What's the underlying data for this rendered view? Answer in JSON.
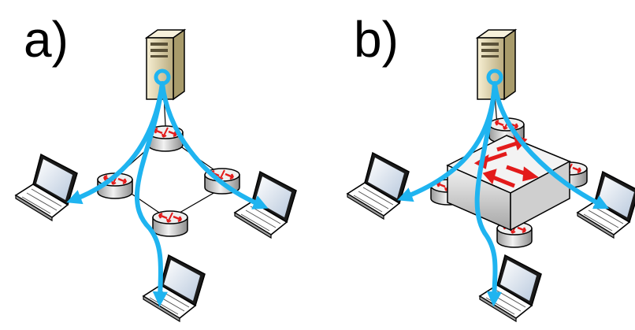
{
  "panels": [
    {
      "label": "a)",
      "topology": "router-ring"
    },
    {
      "label": "b)",
      "topology": "single-switch"
    }
  ],
  "icons": {
    "server": "server-icon",
    "router": "router-icon",
    "switch": "switch-icon",
    "laptop": "laptop-icon"
  },
  "colors": {
    "flow": "#1fb4f0",
    "router_arrows": "#e31b1b",
    "device_body": "#d9d9d9",
    "server_body": "#e7dcb7",
    "outline": "#000000"
  }
}
